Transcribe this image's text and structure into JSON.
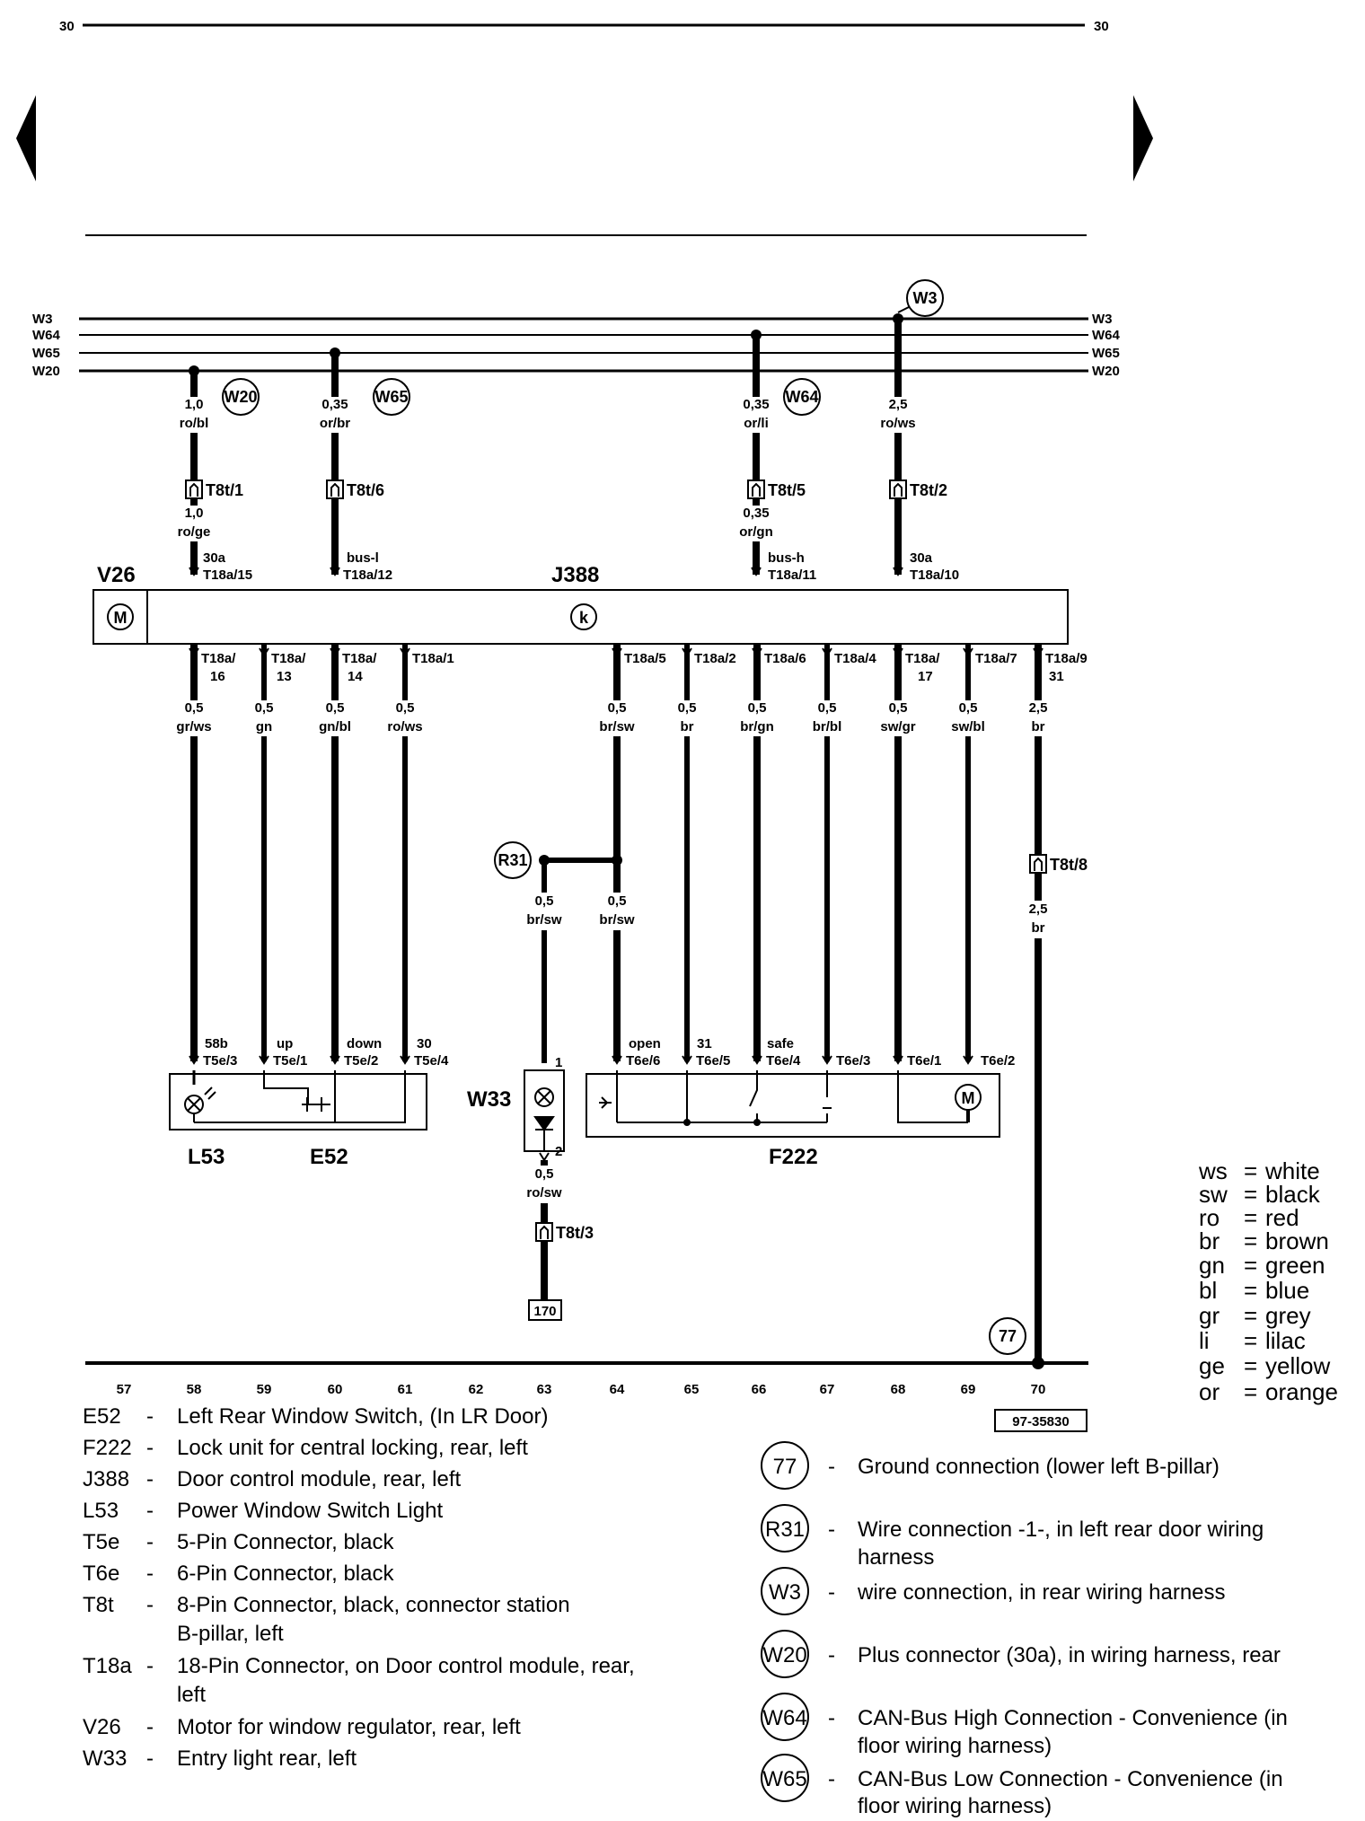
{
  "header": {
    "page_left": "30",
    "page_right": "30"
  },
  "buses": [
    "W3",
    "W64",
    "W65",
    "W20"
  ],
  "bus_taps": [
    {
      "size": "1,0",
      "color": "ro/bl",
      "conn": "T8t/1",
      "tag": "W20"
    },
    {
      "size": "0,35",
      "color": "or/br",
      "conn": "T8t/6",
      "tag": "W65"
    },
    {
      "size": "0,35",
      "color": "or/li",
      "conn": "T8t/5",
      "tag": "W64"
    },
    {
      "size": "2,5",
      "color": "ro/ws",
      "conn": "T8t/2",
      "tag": "W3"
    }
  ],
  "upper_wires": [
    {
      "size": "1,0",
      "color": "ro/ge",
      "signal": "30a",
      "pin": "T18a/15"
    },
    {
      "size": "",
      "color": "",
      "signal": "bus-l",
      "pin": "T18a/12"
    },
    {
      "size": "0,35",
      "color": "or/gn",
      "signal": "bus-h",
      "pin": "T18a/11"
    },
    {
      "size": "",
      "color": "",
      "signal": "30a",
      "pin": "T18a/10"
    }
  ],
  "module": {
    "label": "J388",
    "motor_label": "V26",
    "motor_symbol": "M",
    "k_symbol": "k"
  },
  "lower_wires": [
    {
      "pin_a": "T18a/",
      "pin_b": "16",
      "size": "0,5",
      "color": "gr/ws",
      "func": "58b",
      "term": "T5e/3"
    },
    {
      "pin_a": "T18a/",
      "pin_b": "13",
      "size": "0,5",
      "color": "gn",
      "func": "up",
      "term": "T5e/1"
    },
    {
      "pin_a": "T18a/",
      "pin_b": "14",
      "size": "0,5",
      "color": "gn/bl",
      "func": "down",
      "term": "T5e/2"
    },
    {
      "pin_a": "T18a/1",
      "pin_b": "",
      "size": "0,5",
      "color": "ro/ws",
      "func": "30",
      "term": "T5e/4"
    },
    {
      "pin_a": "T18a/5",
      "pin_b": "",
      "size": "0,5",
      "color": "br/sw",
      "func": "open",
      "term": "T6e/6"
    },
    {
      "pin_a": "T18a/2",
      "pin_b": "",
      "size": "0,5",
      "color": "br",
      "func": "31",
      "term": "T6e/5"
    },
    {
      "pin_a": "T18a/6",
      "pin_b": "",
      "size": "0,5",
      "color": "br/gn",
      "func": "safe",
      "term": "T6e/4"
    },
    {
      "pin_a": "T18a/4",
      "pin_b": "",
      "size": "0,5",
      "color": "br/bl",
      "func": "",
      "term": "T6e/3"
    },
    {
      "pin_a": "T18a/",
      "pin_b": "17",
      "size": "0,5",
      "color": "sw/gr",
      "func": "",
      "term": "T6e/1"
    },
    {
      "pin_a": "T18a/7",
      "pin_b": "",
      "size": "0,5",
      "color": "sw/bl",
      "func": "",
      "term": "T6e/2"
    },
    {
      "pin_a": "T18a/9",
      "pin_b": "31",
      "size": "2,5",
      "color": "br",
      "func": "",
      "term": ""
    }
  ],
  "r31": {
    "tag": "R31",
    "left_size": "0,5",
    "left_color": "br/sw",
    "right_size": "0,5",
    "right_color": "br/sw"
  },
  "w33": {
    "label": "W33",
    "pin1": "1",
    "pin2": "2",
    "size": "0,5",
    "color": "ro/sw",
    "conn": "T8t/3",
    "ref": "170"
  },
  "ground_wire": {
    "conn": "T8t/8",
    "size": "2,5",
    "color": "br",
    "tag": "77"
  },
  "components": {
    "l53": "L53",
    "e52": "E52",
    "f222": "F222",
    "motor_symbol": "M"
  },
  "columns": [
    "57",
    "58",
    "59",
    "60",
    "61",
    "62",
    "63",
    "64",
    "65",
    "66",
    "67",
    "68",
    "69",
    "70"
  ],
  "diagram_code": "97-35830",
  "color_legend": [
    {
      "code": "ws",
      "name": "white"
    },
    {
      "code": "sw",
      "name": "black"
    },
    {
      "code": "ro",
      "name": "red"
    },
    {
      "code": "br",
      "name": "brown"
    },
    {
      "code": "gn",
      "name": "green"
    },
    {
      "code": "bl",
      "name": "blue"
    },
    {
      "code": "gr",
      "name": "grey"
    },
    {
      "code": "li",
      "name": "lilac"
    },
    {
      "code": "ge",
      "name": "yellow"
    },
    {
      "code": "or",
      "name": "orange"
    }
  ],
  "component_legend": [
    {
      "code": "E52",
      "desc": "Left Rear Window Switch, (In LR Door)"
    },
    {
      "code": "F222",
      "desc": "Lock unit for central locking, rear, left"
    },
    {
      "code": "J388",
      "desc": "Door control module, rear, left"
    },
    {
      "code": "L53",
      "desc": "Power Window Switch Light"
    },
    {
      "code": "T5e",
      "desc": "5-Pin Connector, black"
    },
    {
      "code": "T6e",
      "desc": "6-Pin Connector, black"
    },
    {
      "code": "T8t",
      "desc": "8-Pin Connector, black, connector station",
      "desc2": "B-pillar, left"
    },
    {
      "code": "T18a",
      "desc": "18-Pin Connector, on Door control module, rear,",
      "desc2": "left"
    },
    {
      "code": "V26",
      "desc": "Motor for window regulator, rear, left"
    },
    {
      "code": "W33",
      "desc": "Entry light rear, left"
    }
  ],
  "connection_legend": [
    {
      "tag": "77",
      "desc": "Ground connection (lower left B-pillar)"
    },
    {
      "tag": "R31",
      "desc": "Wire connection -1-, in left rear door wiring",
      "desc2": "harness"
    },
    {
      "tag": "W3",
      "desc": "wire connection, in rear wiring harness"
    },
    {
      "tag": "W20",
      "desc": "Plus connector (30a), in wiring harness, rear"
    },
    {
      "tag": "W64",
      "desc": "CAN-Bus High Connection - Convenience (in",
      "desc2": "floor wiring harness)"
    },
    {
      "tag": "W65",
      "desc": "CAN-Bus Low Connection - Convenience (in",
      "desc2": "floor wiring harness)"
    }
  ]
}
